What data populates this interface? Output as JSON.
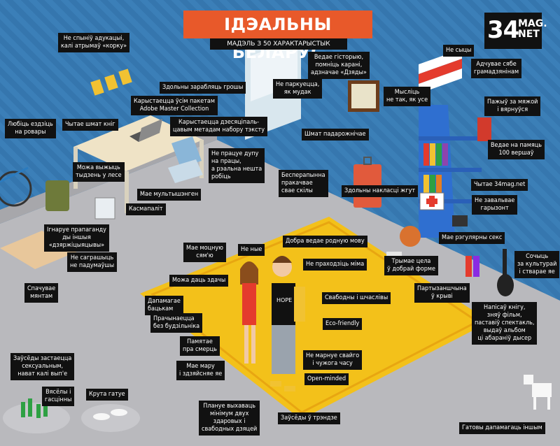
{
  "header": {
    "title": "ІДЭАЛЬНЫ БЕЛАРУС",
    "subtitle": "МАДЭЛЬ З 50 ХАРАКТАРЫСТЫК",
    "logo_number": "34",
    "logo_text": "MAG.\nNET"
  },
  "labels": {
    "ne_spyniu": "Не спыніў адукацыі,\nкалі атрымаў «корку»",
    "zdolny_zarabliac": "Здольны зарабляць грошы",
    "karystaecca_adobe": "Карыстаецца ўсім пакетам\nAdobe Master Collection",
    "karystaecca_dziesiaci": "Карыстаецца дзесяціпаль-\nцавым метадам набору тэксту",
    "ne_pracue": "Не працуе дупу\nна працы,\nа рэальна нешта\nробіць",
    "liubic_ezdzic": "Любіць ездзіць\nна ровары",
    "chytae_shmat": "Чытае шмат кніг",
    "mozha_vyzhyc": "Можа выжыць\nтыдзень у лесе",
    "mae_multi": "Мае мультышэнген",
    "kasmapalit": "Касмапаліт",
    "ignaruie": "Ігнаруе прапаганду\nды іншыя\n«дзяржіцыяцывы»",
    "ne_sagraetsca": "Не саграшыць\nне падумаўшы",
    "spachuvae": "Спачувае\nмянтам",
    "ne_parkuecca": "Не паркуецца,\nяк мудак",
    "vedae_gistoryiu": "Ведае гісторыю,\nпомніць карані,\nадзначае «Дзяды»",
    "ne_sycy": "Не сыцы",
    "adchuvae": "Адчувае сябе\nграмадзянінам",
    "mysliц": "Мысліць\nне так, як усе",
    "pazhyu": "Пажыў за мяжой\nі вярнуўся",
    "shmat_padaro": "Шмат падарожнічае",
    "vedae_100": "Ведае на памяць\n100 вершаў",
    "biesparypynna": "Бесперапынна\nпракачвае\nсвае скілы",
    "zdolny_naklasci": "Здольны накласці жгут",
    "chytae_34mag": "Чытае 34mag.net",
    "ne_zavalvae": "Не завальвае\nгарызонт",
    "mae_regular": "Мае рэгулярны секс",
    "dobra_vedae": "Добра ведае родную мову",
    "mae_mocnuiu": "Мае моцную\nсям'ю",
    "ne_nye": "Не ные",
    "ne_prahodzic": "Не праходзіць міма",
    "mozha_daсь": "Можа даць здачы",
    "trymae_cela": "Трымае цела\nў добрай форме",
    "dapamagae": "Дапамагае\nбацькам",
    "svabodny": "Свабодны і шчаслівы",
    "prachynaecca": "Прачынаецца\nбез будзільніка",
    "eco": "Eco-friendly",
    "partyzanshchyna": "Партызаншчына\nў крыві",
    "sochyc": "Сочыць\nза культурай\nі стварае яе",
    "napisau": "Напісаў кнігу,\nзняў фільм,\nпаставіў спектакль,\nвыдаў альбом\nці абараніў дысер",
    "pamiatae": "Памятае\nпра смерць",
    "ne_marnue": "Не марнуе свайго\nі чужога часу",
    "mae_maru": "Мае мару\nі здзяйсняе яе",
    "open_minded": "Open-minded",
    "zausiody_zastaecca": "Заўсёды застаецца\nсексуальным,\nнават калі вып'е",
    "vesiol": "Вясёлы і\nгасцінны",
    "kruta_gatue": "Крута гатуе",
    "planue": "Плануе выхаваць\nмінімум двух\nздаровых і\nсвабодных дзяцей",
    "zausiody_u_trendzie": "Заўсёды ў трэндзе",
    "gatovy": "Гатовы дапамагаць іншым"
  },
  "shirt_text": "HOPE"
}
